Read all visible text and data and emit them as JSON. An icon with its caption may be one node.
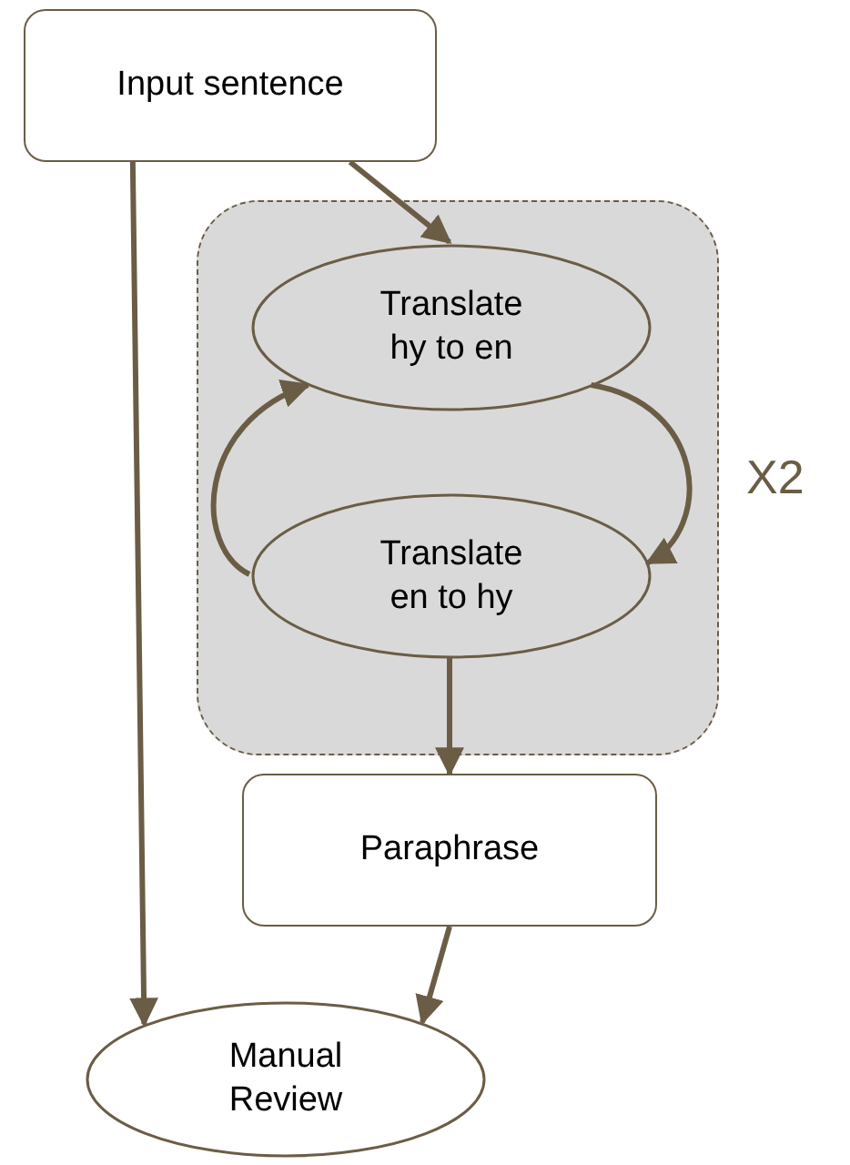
{
  "diagram": {
    "nodes": [
      {
        "text": [
          "Input sentence"
        ]
      },
      {
        "text": [],
        "shape": "box",
        "beside": [
          "X2"
        ]
      },
      {
        "text": [
          "Translate hy to en"
        ],
        "in": 1
      },
      {
        "text": [
          "Translate en to hy"
        ],
        "in": 1
      },
      {
        "text": [
          "Paraphrase"
        ]
      },
      {
        "text": [
          "Manual Review"
        ]
      }
    ],
    "edges": [
      {
        "from": 0,
        "to": 2,
        "arrow": "to"
      },
      {
        "from": 2,
        "to": 3,
        "arrow": "to"
      },
      {
        "from": 3,
        "to": 2,
        "arrow": "to"
      },
      {
        "from": 3,
        "to": 4,
        "arrow": "to"
      },
      {
        "from": 0,
        "to": 5,
        "arrow": "to"
      },
      {
        "from": 4,
        "to": 5,
        "arrow": "to"
      }
    ]
  }
}
